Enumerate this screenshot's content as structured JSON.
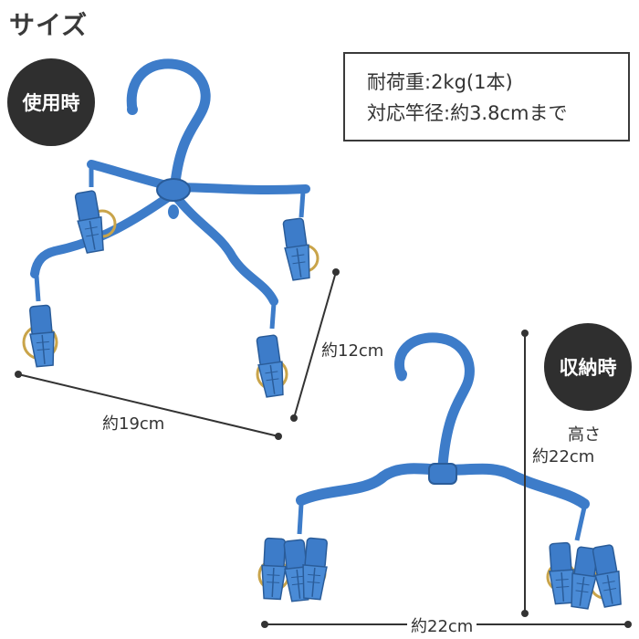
{
  "header": {
    "title": "サイズ"
  },
  "badges": {
    "in_use": "使用時",
    "stored": "収納時"
  },
  "specs": {
    "load": "耐荷重:2kg(1本)",
    "pole": "対応竿径:約3.8cmまで"
  },
  "dimensions": {
    "width_open": "約19cm",
    "depth_open": "約12cm",
    "height_label": "高さ",
    "height_value": "約22cm",
    "width_folded": "約22cm"
  },
  "colors": {
    "hanger_blue": "#3d7cc9",
    "badge_bg": "#2f2f2f",
    "ring_gold": "#c9a44a"
  }
}
